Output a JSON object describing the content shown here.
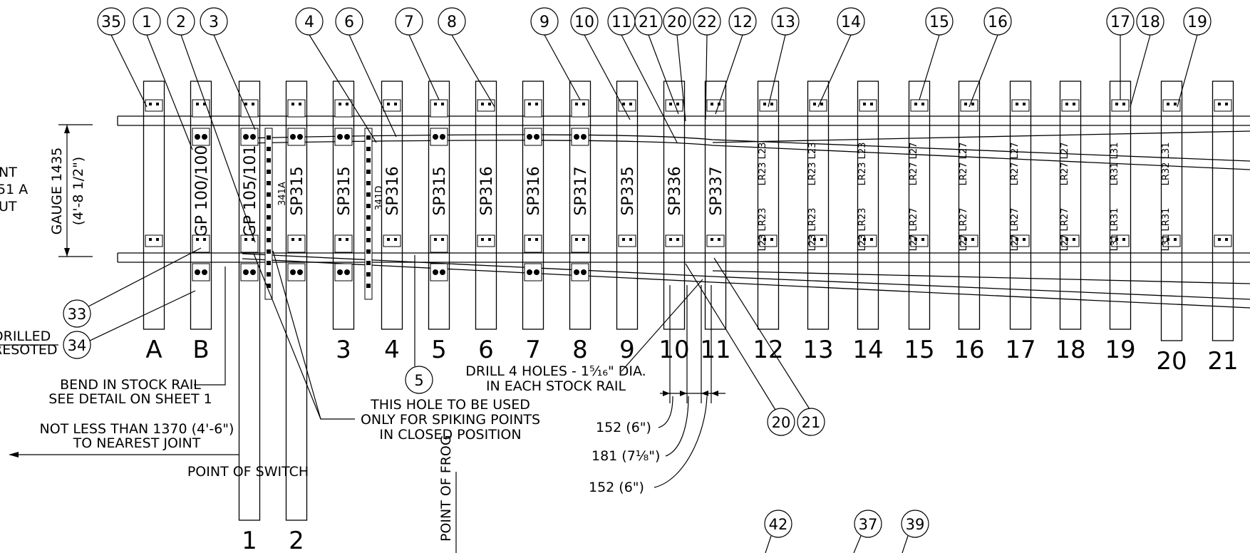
{
  "top_callouts": [
    "35",
    "1",
    "2",
    "3",
    "4",
    "6",
    "7",
    "8",
    "9",
    "10",
    "11",
    "21",
    "20",
    "22",
    "12",
    "13",
    "14",
    "15",
    "16",
    "17",
    "18",
    "19"
  ],
  "ties": [
    {
      "num": "A",
      "label": ""
    },
    {
      "num": "B",
      "label": "GP 100/100"
    },
    {
      "num": "1",
      "label": "GP 105/101"
    },
    {
      "num": "2",
      "label": "SP315"
    },
    {
      "num": "3",
      "label": "SP315"
    },
    {
      "num": "4",
      "label": "SP316"
    },
    {
      "num": "5",
      "label": "SP315"
    },
    {
      "num": "6",
      "label": "SP316"
    },
    {
      "num": "7",
      "label": "SP316"
    },
    {
      "num": "8",
      "label": "SP317"
    },
    {
      "num": "9",
      "label": "SP335"
    },
    {
      "num": "10",
      "label": "SP336"
    },
    {
      "num": "11",
      "label": "SP337"
    },
    {
      "num": "12",
      "label": ""
    },
    {
      "num": "13",
      "label": ""
    },
    {
      "num": "14",
      "label": ""
    },
    {
      "num": "15",
      "label": ""
    },
    {
      "num": "16",
      "label": ""
    },
    {
      "num": "17",
      "label": ""
    },
    {
      "num": "18",
      "label": ""
    },
    {
      "num": "19",
      "label": ""
    },
    {
      "num": "20",
      "label": ""
    },
    {
      "num": "21",
      "label": ""
    }
  ],
  "plate_labels_upper": [
    "LR23 L23",
    "LR23 L23",
    "LR23 L23",
    "LR27 L27",
    "LR27 L27",
    "LR27 L27",
    "LR27 L27",
    "LR31 L31",
    "LR32 L31"
  ],
  "plate_labels_lower": [
    "L23 LR23",
    "L23 LR23",
    "L23 LR23",
    "L27 LR27",
    "L27 LR27",
    "L27 LR27",
    "L27 LR27",
    "L31 LR31",
    "L31 LR31"
  ],
  "small_labels": {
    "l341a": "341A",
    "l341d": "341D"
  },
  "gauge": {
    "line1": "GAUGE 1435",
    "line2": "(4'-8 1/2\")"
  },
  "left_cut": {
    "a": "NT",
    "b": "51 A",
    "c": "UT",
    "d": "DRILLED",
    "e": "RESOTED"
  },
  "callouts_misc": {
    "c33": "33",
    "c34": "34",
    "c5": "5",
    "c20b": "20",
    "c21b": "21",
    "c42": "42",
    "c37": "37",
    "c39": "39"
  },
  "notes": {
    "bend1": "BEND IN STOCK RAIL",
    "bend2": "SEE DETAIL ON SHEET 1",
    "notless1": "NOT LESS THAN 1370 (4'-6\")",
    "notless2": "TO NEAREST JOINT",
    "pos": "POINT OF SWITCH",
    "hole1": "THIS HOLE TO BE USED",
    "hole2": "ONLY FOR SPIKING POINTS",
    "hole3": "IN CLOSED POSITION",
    "drill1": "DRILL 4 HOLES - 1⁵⁄₁₆\" DIA.",
    "drill2": "IN EACH STOCK RAIL",
    "pof": "POINT OF FROG",
    "d152a": "152 (6\")",
    "d181": "181 (7¹⁄₈\")",
    "d152b": "152 (6\")"
  }
}
